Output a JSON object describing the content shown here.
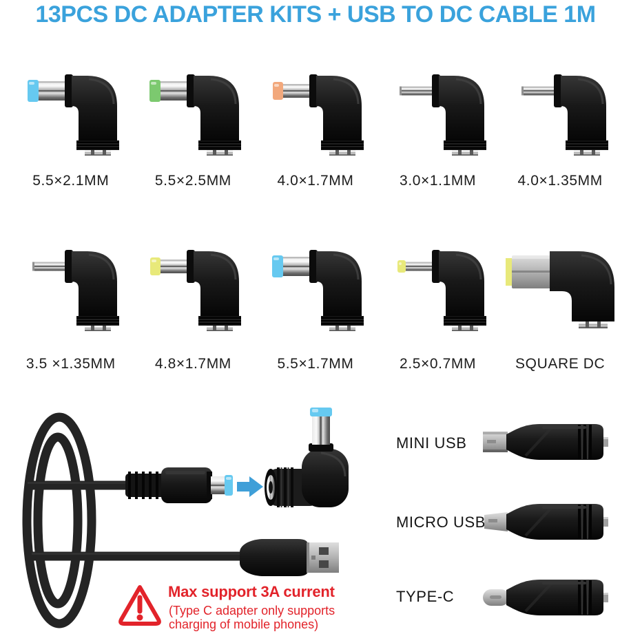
{
  "title": "13PCS DC ADAPTER KITS + USB TO DC CABLE 1M",
  "colors": {
    "title_blue": "#3aa2dc",
    "warning_red": "#e2232a",
    "arrow_blue": "#3f9fd8",
    "label_ink": "#1d1d1d",
    "tip_blue": "#66c9f0",
    "tip_green": "#7cc96f",
    "tip_orange": "#f2a87c",
    "tip_yellow": "#e8e97a",
    "square_tip_gray": "#b9b9b9",
    "cable_black": "#242424"
  },
  "dc_adapters": {
    "row1": [
      {
        "label": "5.5×2.1MM",
        "tip": "blue",
        "barrel": "thick"
      },
      {
        "label": "5.5×2.5MM",
        "tip": "green",
        "barrel": "thick"
      },
      {
        "label": "4.0×1.7MM",
        "tip": "orange",
        "barrel": "medium"
      },
      {
        "label": "3.0×1.1MM",
        "tip": "none",
        "barrel": "thin"
      },
      {
        "label": "4.0×1.35MM",
        "tip": "none",
        "barrel": "thin"
      }
    ],
    "row2": [
      {
        "label": "3.5 ×1.35MM",
        "tip": "none",
        "barrel": "thin"
      },
      {
        "label": "4.8×1.7MM",
        "tip": "yellow",
        "barrel": "medium"
      },
      {
        "label": "5.5×1.7MM",
        "tip": "blue",
        "barrel": "thick"
      },
      {
        "label": "2.5×0.7MM",
        "tip": "yellow",
        "barrel": "thin"
      },
      {
        "label": "SQUARE DC",
        "tip": "yellow",
        "barrel": "square"
      }
    ]
  },
  "usb_adapters": [
    {
      "label": "MINI USB",
      "connector": "mini-usb"
    },
    {
      "label": "MICRO USB",
      "connector": "micro-usb"
    },
    {
      "label": "TYPE-C",
      "connector": "type-c"
    }
  ],
  "cable": {
    "description": "USB to DC cable with blue-tip DC plug and right-angle adapter",
    "plug_tip": "blue"
  },
  "warning": {
    "heading": "Max support 3A current",
    "note_line1": "(Type C adapter only supports",
    "note_line2": "charging of mobile phones)"
  }
}
